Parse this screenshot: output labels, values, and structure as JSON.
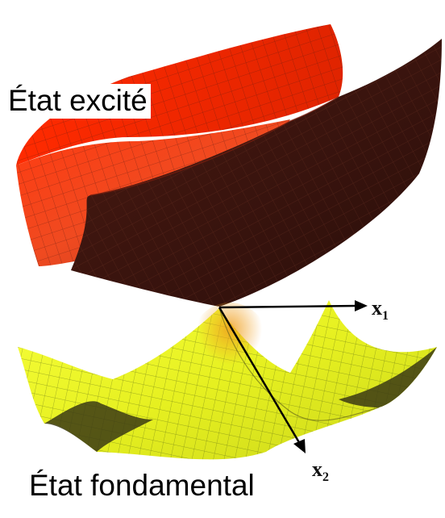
{
  "labels": {
    "excited_state": "État excité",
    "ground_state": "État fondamental"
  },
  "axes": {
    "x1": {
      "name": "x",
      "subscript": "1"
    },
    "x2": {
      "name": "x",
      "subscript": "2"
    }
  },
  "colors": {
    "excited_light": "#ff2a00",
    "excited_mid": "#e8481e",
    "excited_dark": "#3a1410",
    "ground_light": "#f4fb2a",
    "ground_mid": "#d6e21a",
    "ground_dark": "#3b3a14",
    "mesh_line": "#2a2a10",
    "axis": "#000000"
  }
}
